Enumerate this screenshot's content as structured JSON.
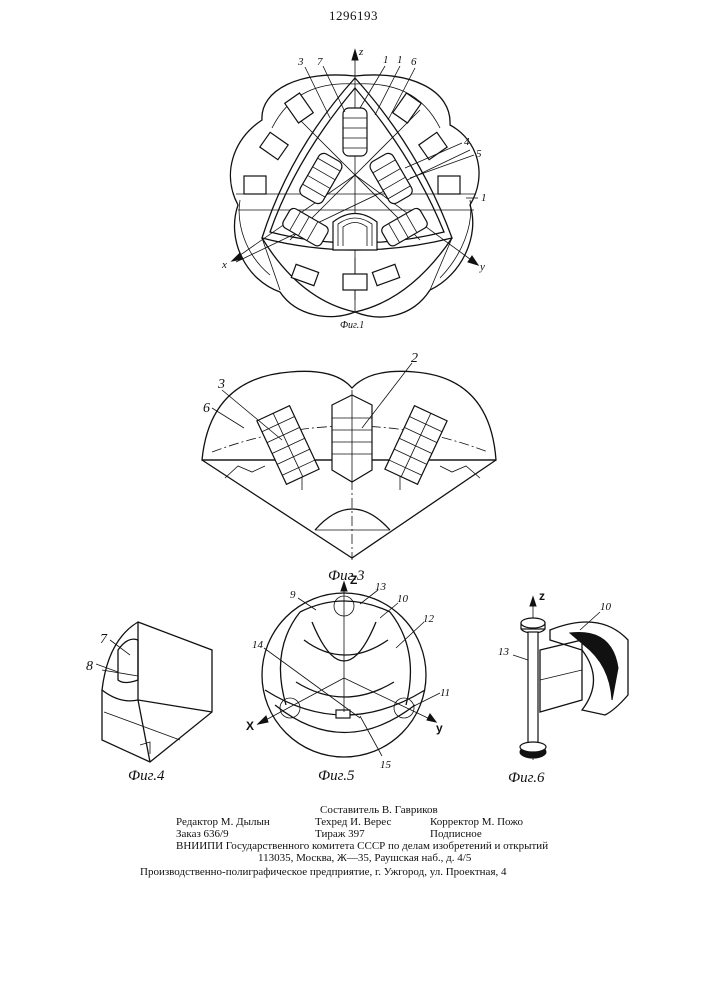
{
  "patent_number": "1296193",
  "figures": {
    "fig1": {
      "caption": "Фиг.1",
      "labels": {
        "n3": "3",
        "n7": "7",
        "n1a": "1",
        "n1b": "1",
        "n6": "6",
        "n4": "4",
        "n5": "5",
        "n1c": "1"
      },
      "axes": {
        "z": "z",
        "x": "x",
        "y": "y"
      }
    },
    "fig3": {
      "caption": "Фиг.3",
      "labels": {
        "n2": "2",
        "n3": "3",
        "n6": "6"
      }
    },
    "fig4": {
      "caption": "Фиг.4",
      "labels": {
        "n7": "7",
        "n8": "8"
      }
    },
    "fig5": {
      "caption": "Фиг.5",
      "labels": {
        "n9": "9",
        "n13": "13",
        "n10": "10",
        "n12": "12",
        "n14": "14",
        "n11": "11",
        "n15": "15"
      },
      "axes": {
        "z": "Z",
        "x": "X",
        "y": "y"
      }
    },
    "fig6": {
      "caption": "Фиг.6",
      "labels": {
        "n10": "10",
        "n13": "13"
      },
      "axes": {
        "z": "z"
      }
    }
  },
  "footer": {
    "compiler": "Составитель В. Гавриков",
    "editor": "Редактор М. Дылын",
    "techred": "Техред И. Верес",
    "corrector": "Корректор М. Пожо",
    "order": "Заказ 636/9",
    "circulation": "Тираж 397",
    "subscription": "Подписное",
    "org1": "ВНИИПИ Государственного комитета СССР по делам изобретений и открытий",
    "org2": "113035, Москва, Ж—35, Раушская наб., д. 4/5",
    "printer": "Производственно-полиграфическое предприятие, г. Ужгород, ул. Проектная, 4"
  }
}
